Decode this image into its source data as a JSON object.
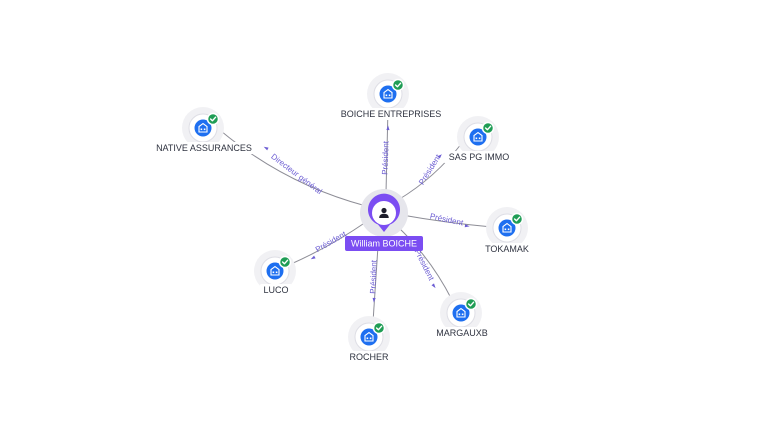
{
  "center": {
    "label": "William BOICHE",
    "icon": "person-icon",
    "color": "#7b4df2"
  },
  "companies": [
    {
      "key": "boiche-entreprises",
      "label": "BOICHE ENTREPRISES",
      "role": "Président",
      "icon": "building-icon",
      "verified": true
    },
    {
      "key": "sas-pg-immo",
      "label": "SAS PG IMMO",
      "role": "Président",
      "icon": "building-icon",
      "verified": true
    },
    {
      "key": "tokamak",
      "label": "TOKAMAK",
      "role": "Président",
      "icon": "building-icon",
      "verified": true
    },
    {
      "key": "margauxb",
      "label": "MARGAUXB",
      "role": "Président",
      "icon": "building-icon",
      "verified": true
    },
    {
      "key": "rocher",
      "label": "ROCHER",
      "role": "Président",
      "icon": "building-icon",
      "verified": true
    },
    {
      "key": "luco",
      "label": "LUCO",
      "role": "Président",
      "icon": "building-icon",
      "verified": true
    },
    {
      "key": "native-assurances",
      "label": "NATIVE ASSURANCES",
      "role": "Directeur général",
      "icon": "building-icon",
      "verified": true
    }
  ],
  "colors": {
    "accent": "#7b4df2",
    "edge_label": "#6c5dd3",
    "company_icon": "#1e6ff0",
    "verified": "#1f9d55"
  }
}
